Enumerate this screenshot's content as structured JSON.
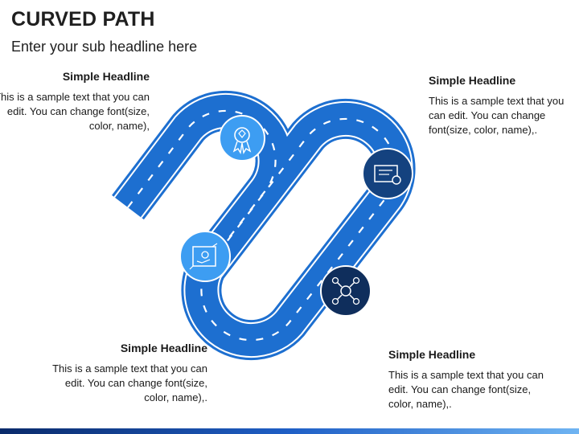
{
  "title": "CURVED PATH",
  "subtitle": "Enter your sub headline here",
  "blocks": [
    {
      "heading": "Simple Headline",
      "text": "This is a sample text that you can edit. You can change font(size, color, name),"
    },
    {
      "heading": "Simple Headline",
      "text": "This is a sample text that you can edit. You can change font(size, color, name),."
    },
    {
      "heading": "Simple Headline",
      "text": "This is a sample text that you can edit. You can change font(size, color, name),."
    },
    {
      "heading": "Simple Headline",
      "text": "This is a sample text that you can edit. You can change font(size, color, name),."
    }
  ],
  "icons": [
    {
      "name": "award-ribbon-icon",
      "color": "#3d9df2"
    },
    {
      "name": "certificate-icon",
      "color": "#14427f"
    },
    {
      "name": "blueprint-icon",
      "color": "#3d9df2"
    },
    {
      "name": "drone-icon",
      "color": "#0f2e5c"
    }
  ],
  "colors": {
    "road": "#1d6fd0",
    "road_edge": "#ffffff",
    "lane": "#ffffff"
  }
}
